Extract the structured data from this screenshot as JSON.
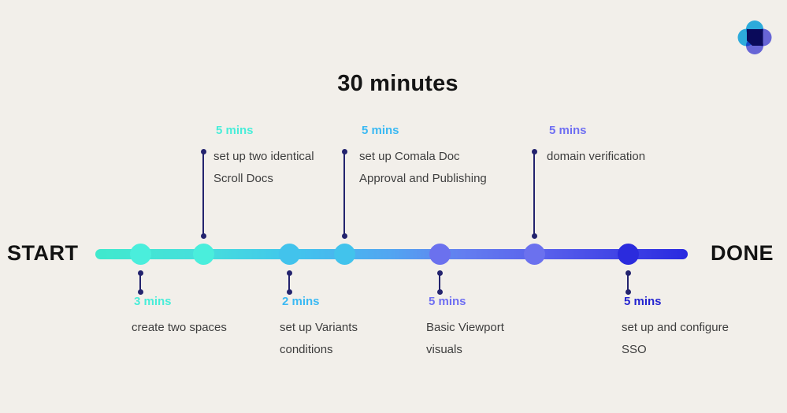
{
  "page": {
    "background_color": "#F2EFEA"
  },
  "header": {
    "title": "30 minutes"
  },
  "logo": {
    "name": "plus-bubble-logo",
    "circle_blue": "#2FB7EF",
    "circle_purple": "#6C6CEA",
    "bubble_navy": "#0A0A5A"
  },
  "timeline": {
    "start_label": "START",
    "done_label": "DONE",
    "connector_color": "#23236E",
    "gradient_colors": [
      "#40E9CD",
      "#41C4ED",
      "#6573EE",
      "#2929E0"
    ]
  },
  "milestones": [
    {
      "time": "3 mins",
      "side": "below",
      "time_color": "#49EDD9",
      "dot_color": "#4AEEDC",
      "lines": [
        "create two spaces"
      ]
    },
    {
      "time": "5 mins",
      "side": "above",
      "time_color": "#49EDD9",
      "dot_color": "#4AEEDC",
      "lines": [
        "set up two identical",
        "Scroll Docs"
      ]
    },
    {
      "time": "2 mins",
      "side": "below",
      "time_color": "#3BB9F3",
      "dot_color": "#42C3EC",
      "lines": [
        "set up Variants",
        "conditions"
      ]
    },
    {
      "time": "5 mins",
      "side": "above",
      "time_color": "#3BB9F3",
      "dot_color": "#42C3EC",
      "lines": [
        "set up Comala Doc",
        "Approval and Publishing"
      ]
    },
    {
      "time": "5 mins",
      "side": "below",
      "time_color": "#6F6FF2",
      "dot_color": "#6B71EE",
      "lines": [
        "Basic Viewport",
        "visuals"
      ]
    },
    {
      "time": "5 mins",
      "side": "above",
      "time_color": "#6F6FF2",
      "dot_color": "#6B71EE",
      "lines": [
        "domain verification"
      ]
    },
    {
      "time": "5 mins",
      "side": "below",
      "time_color": "#2424D0",
      "dot_color": "#2B2BDD",
      "lines": [
        "set up and configure",
        "SSO"
      ]
    }
  ]
}
